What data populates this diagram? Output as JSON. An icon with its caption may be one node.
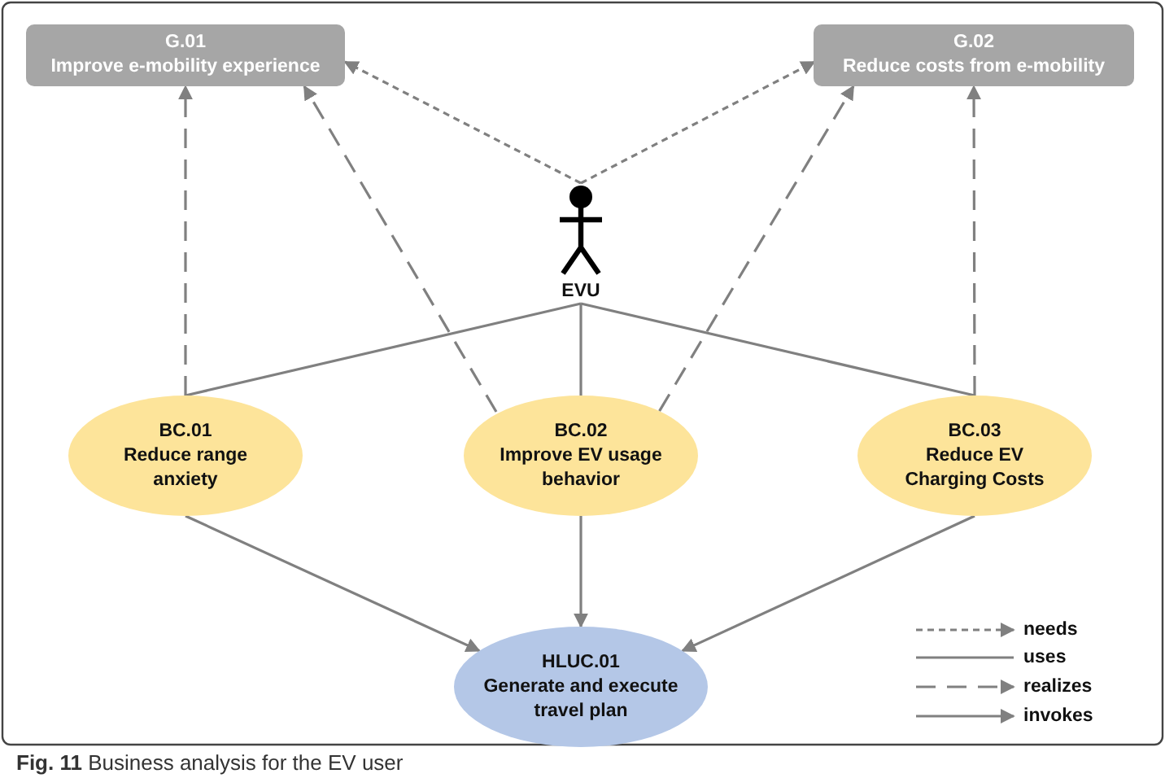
{
  "diagram": {
    "caption": "**Fig. 11** Business analysis for the EV user",
    "nodes": [
      {
        "text": [
          "G.01",
          "Improve e-mobility experience"
        ]
      },
      {
        "text": [
          "G.02",
          "Reduce costs from e-mobility"
        ]
      },
      {
        "text": [
          "EVU"
        ]
      },
      {
        "text": [
          "BC.01",
          "Reduce range anxiety"
        ]
      },
      {
        "text": [
          "BC.02",
          "Improve EV usage behavior"
        ]
      },
      {
        "text": [
          "BC.03",
          "Reduce EV Charging Costs"
        ]
      },
      {
        "text": [
          "HLUC.01",
          "Generate and execute travel plan"
        ]
      }
    ],
    "edges": [
      {
        "from": 2,
        "to": 0,
        "arrow": "to",
        "style": "dashed"
      },
      {
        "from": 2,
        "to": 1,
        "arrow": "to",
        "style": "dashed"
      },
      {
        "from": 2,
        "to": 3,
        "arrow": "none"
      },
      {
        "from": 2,
        "to": 4,
        "arrow": "none"
      },
      {
        "from": 2,
        "to": 5,
        "arrow": "none"
      },
      {
        "from": 3,
        "to": 0,
        "arrow": "to",
        "style": "dashed"
      },
      {
        "from": 4,
        "to": 0,
        "arrow": "to",
        "style": "dashed"
      },
      {
        "from": 4,
        "to": 1,
        "arrow": "to",
        "style": "dashed"
      },
      {
        "from": 5,
        "to": 1,
        "arrow": "to",
        "style": "dashed"
      },
      {
        "from": 3,
        "to": 6,
        "arrow": "to"
      },
      {
        "from": 4,
        "to": 6,
        "arrow": "to"
      },
      {
        "from": 5,
        "to": 6,
        "arrow": "to"
      }
    ],
    "legend": [
      {
        "text": "needs"
      },
      {
        "text": "uses"
      },
      {
        "text": "realizes"
      },
      {
        "text": "invokes"
      }
    ]
  }
}
